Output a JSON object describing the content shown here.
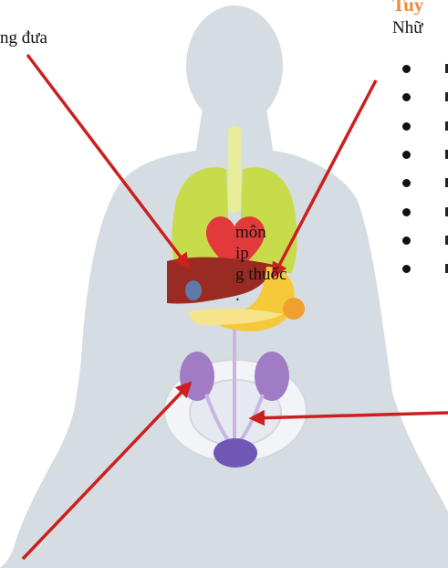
{
  "colors": {
    "body_silhouette": "#d6dde2",
    "lungs": "#c8db4a",
    "heart": "#e23a3a",
    "liver": "#9a2b22",
    "stomach": "#f6c93a",
    "kidneys": "#a07cc4",
    "intestines": "#f2f4f7",
    "bladder": "#6f58b5",
    "arrow": "#cc1f1f",
    "heading": "#f08a3a"
  },
  "captions": {
    "top_left": "ng đưa",
    "left": [
      "môn",
      "ip",
      "g thuốc",
      "."
    ],
    "right_heading": "Tuy",
    "right_subheading": "Nhữ"
  },
  "bullet_list_count": 8,
  "arrows": [
    {
      "name": "arrow-to-liver"
    },
    {
      "name": "arrow-to-stomach"
    },
    {
      "name": "arrow-to-intestines"
    },
    {
      "name": "arrow-to-kidney"
    }
  ]
}
